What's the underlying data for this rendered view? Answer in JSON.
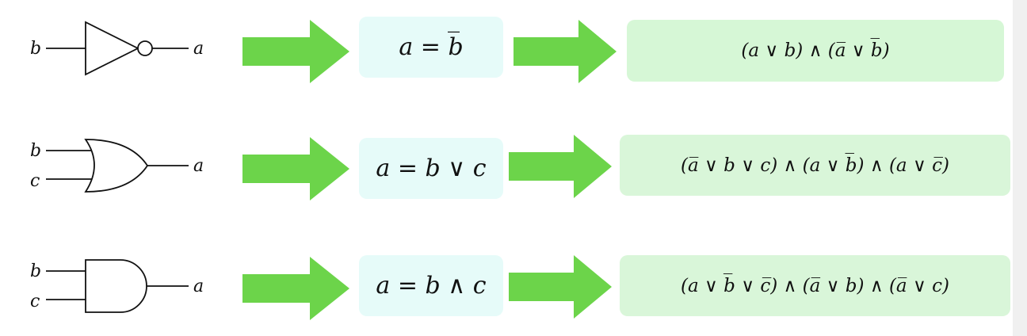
{
  "colors": {
    "arrow": "#6cd44a",
    "equation_box": "#e6fbf9",
    "cnf_box": "#d6f7d6",
    "stroke": "#111111"
  },
  "rows": [
    {
      "gate_type": "NOT",
      "inputs": [
        "b"
      ],
      "output": "a",
      "equation": "a = b̅",
      "cnf": "(a ∨ b) ∧ (a̅ ∨ b̅)"
    },
    {
      "gate_type": "OR",
      "inputs": [
        "b",
        "c"
      ],
      "output": "a",
      "equation": "a = b ∨ c",
      "cnf": "(a̅ ∨ b ∨ c) ∧ (a ∨ b̅) ∧ (a ∨ c̅)"
    },
    {
      "gate_type": "AND",
      "inputs": [
        "b",
        "c"
      ],
      "output": "a",
      "equation": "a = b ∧ c",
      "cnf": "(a ∨ b̅ ∨ c̅) ∧ (a̅ ∨ b) ∧ (a̅ ∨ c)"
    }
  ]
}
